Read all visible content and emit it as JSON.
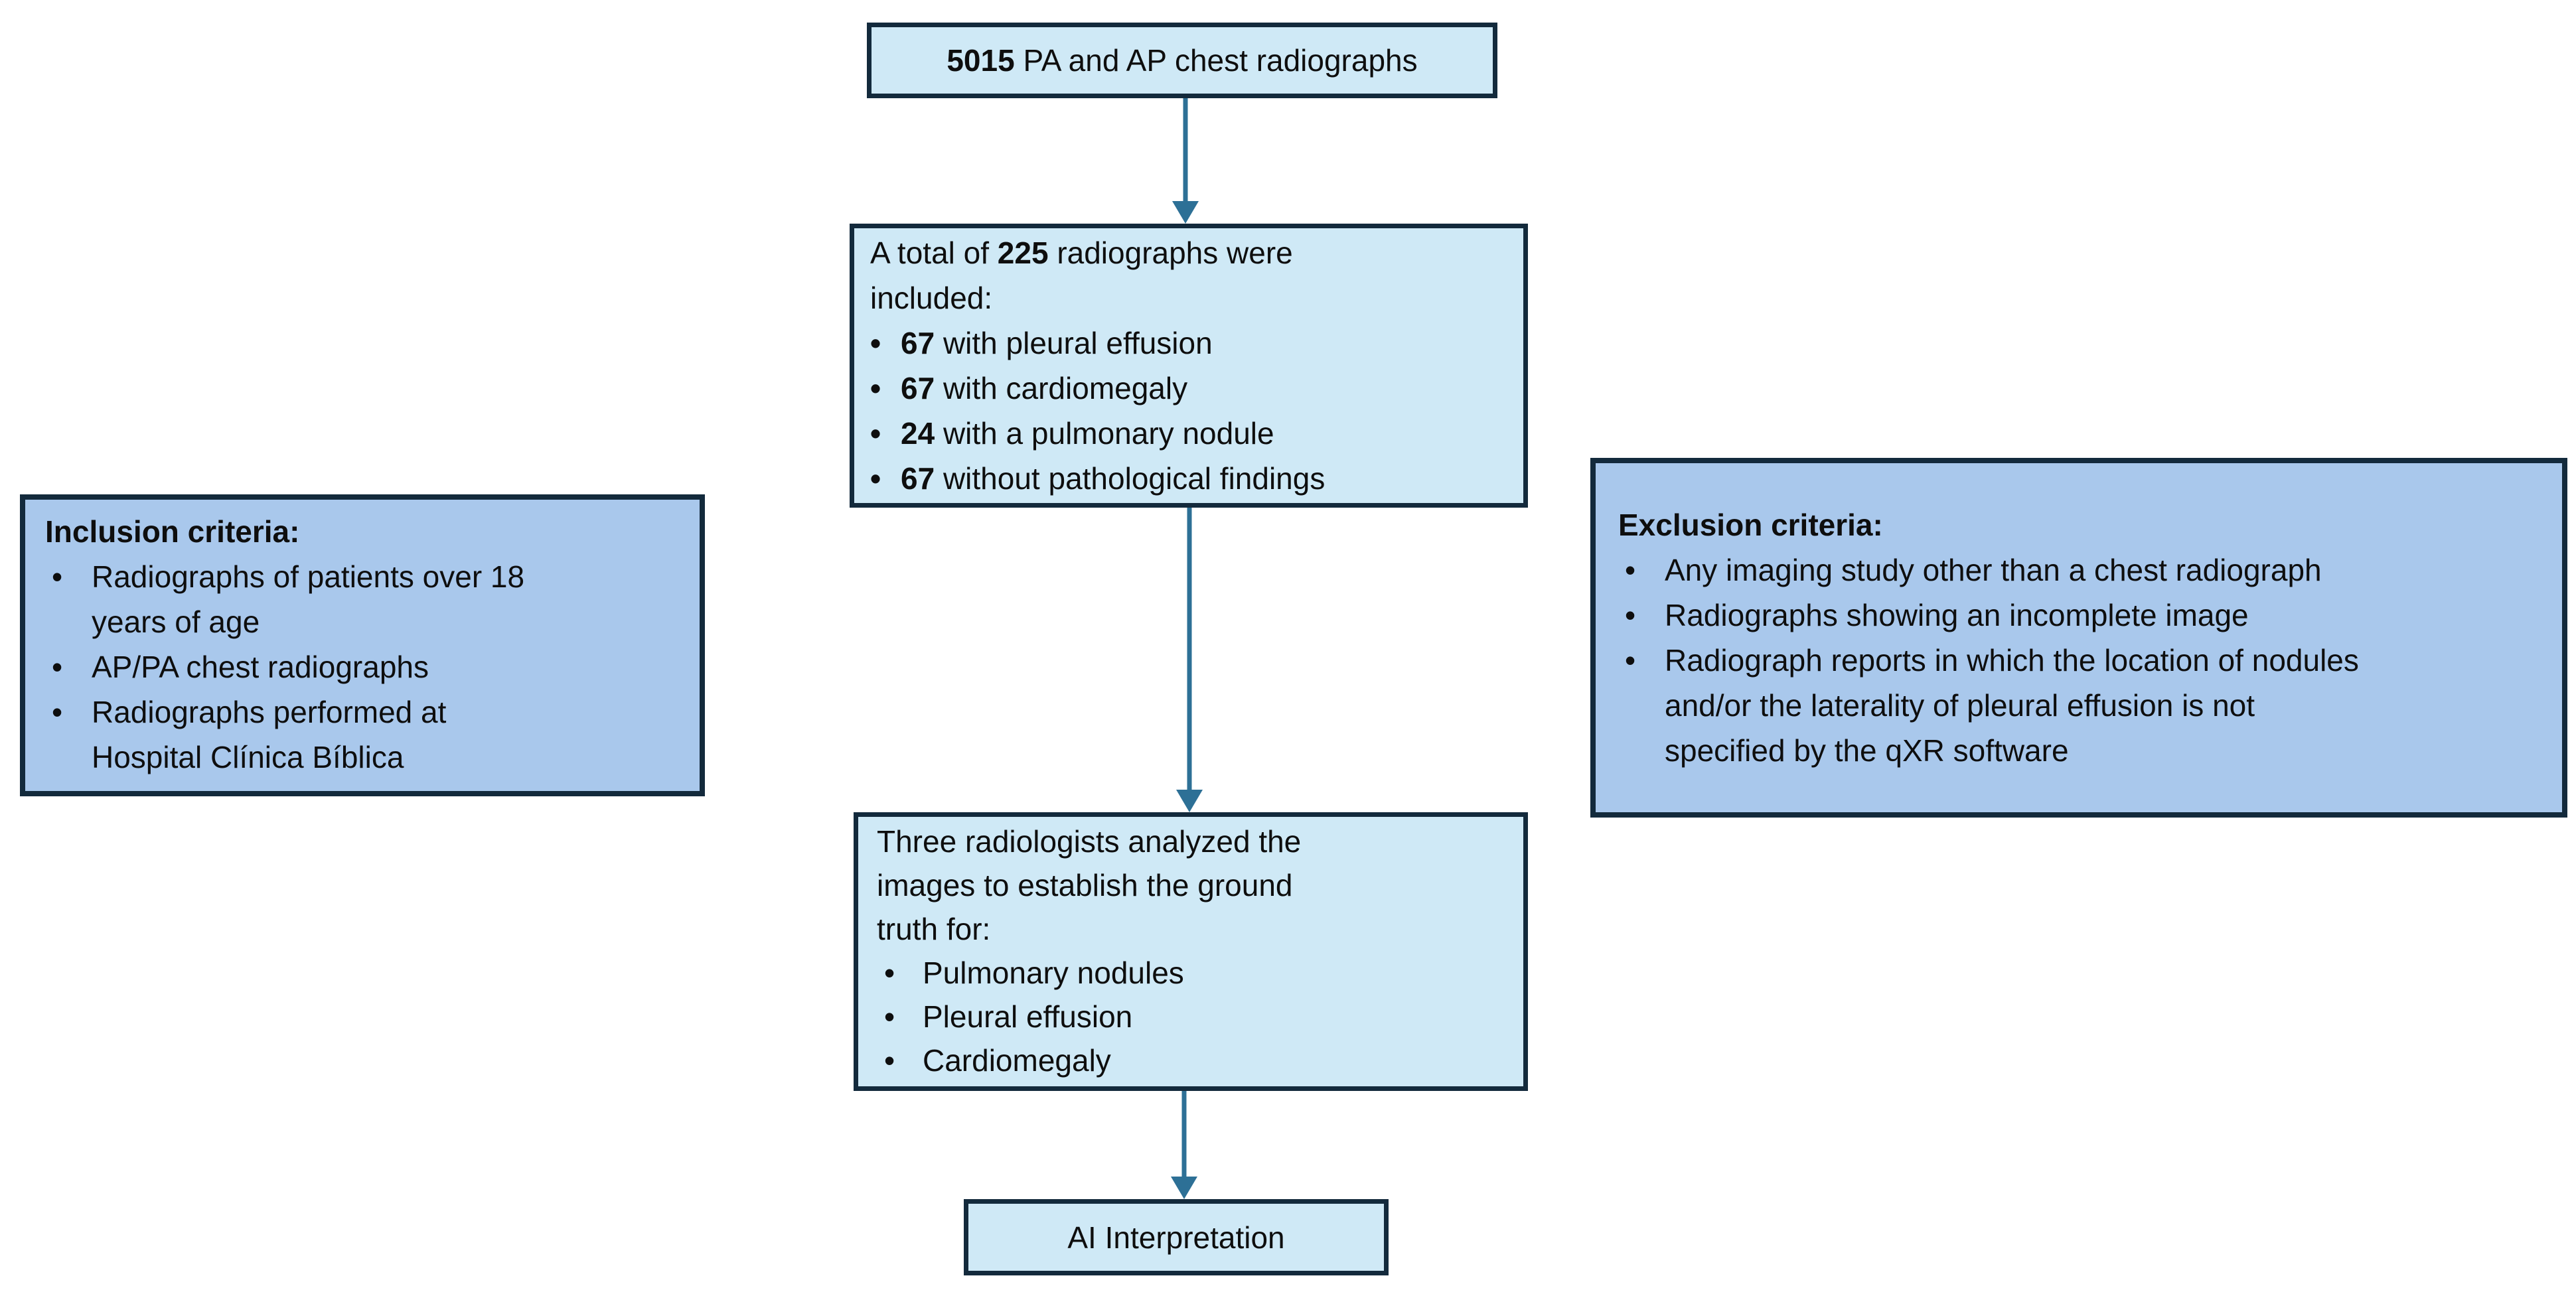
{
  "diagram": {
    "colors": {
      "background": "#ffffff",
      "center_box_fill": "#cfe9f6",
      "side_box_fill": "#a9c8ec",
      "border": "#132a3c",
      "arrow": "#2d7096",
      "text": "#0e0e0e"
    },
    "top_box": {
      "bold": "5015",
      "text": " PA and AP chest radiographs"
    },
    "included_box": {
      "intro_pre": "A total of ",
      "intro_bold": "225",
      "intro_post": " radiographs were included:",
      "items": [
        {
          "bullet": "•",
          "bold": "67",
          "text": " with pleural effusion"
        },
        {
          "bullet": "•",
          "bold": "67",
          "text": " with cardiomegaly"
        },
        {
          "bullet": "•",
          "bold": "24",
          "text": " with a pulmonary nodule"
        },
        {
          "bullet": "•",
          "bold": "67",
          "text": " without pathological findings"
        }
      ]
    },
    "inclusion_box": {
      "title": "Inclusion criteria:",
      "items": [
        {
          "bullet": "•",
          "text": "Radiographs of patients over 18 years of age"
        },
        {
          "bullet": "•",
          "text": "AP/PA chest radiographs"
        },
        {
          "bullet": "•",
          "text": "Radiographs performed at Hospital Clínica Bíblica"
        }
      ]
    },
    "exclusion_box": {
      "title": "Exclusion criteria:",
      "items": [
        {
          "bullet": "•",
          "text": "Any imaging study other than a chest radiograph"
        },
        {
          "bullet": "•",
          "text": "Radiographs showing an incomplete image"
        },
        {
          "bullet": "•",
          "text": "Radiograph reports in which the location of nodules and/or the laterality of pleural effusion is not specified by the qXR software"
        }
      ]
    },
    "ground_truth_box": {
      "intro": "Three radiologists analyzed the images to establish the ground truth for:",
      "items": [
        {
          "bullet": "•",
          "text": "Pulmonary nodules"
        },
        {
          "bullet": "•",
          "text": "Pleural effusion"
        },
        {
          "bullet": "•",
          "text": "Cardiomegaly"
        }
      ]
    },
    "ai_box": {
      "text": "AI Interpretation"
    }
  }
}
